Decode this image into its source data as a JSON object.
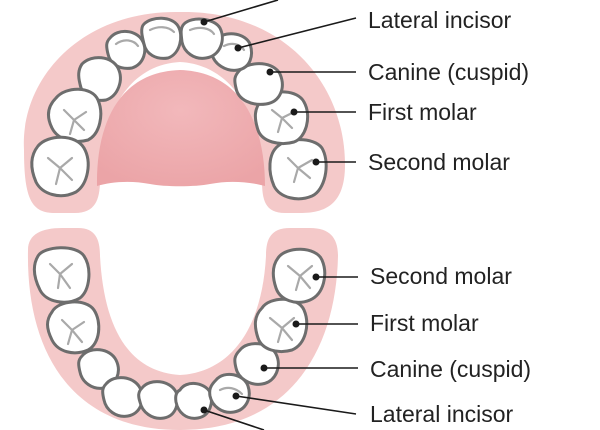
{
  "colors": {
    "gum": "#f4c9c9",
    "palate": "#eba4a7",
    "palate_center": "#f2b8bb",
    "tooth_fill": "#ffffff",
    "tooth_outline": "#6d6d6d",
    "groove": "#a9a9a9",
    "leader_line": "#1a1a1a",
    "label_text": "#222222"
  },
  "upper_arch": {
    "labels": {
      "lateral_incisor": "Lateral incisor",
      "canine": "Canine (cuspid)",
      "first_molar": "First molar",
      "second_molar": "Second molar"
    }
  },
  "lower_arch": {
    "labels": {
      "second_molar": "Second molar",
      "first_molar": "First molar",
      "canine": "Canine (cuspid)",
      "lateral_incisor": "Lateral incisor"
    }
  }
}
